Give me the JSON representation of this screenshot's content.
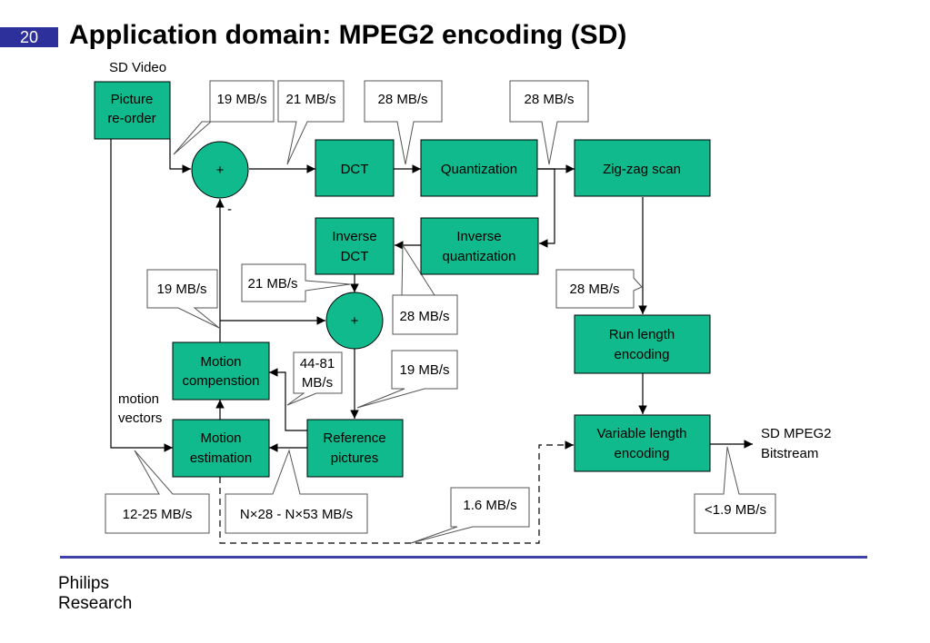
{
  "slide_number": "20",
  "title": "Application domain: MPEG2 encoding (SD)",
  "footer": {
    "line1": "Philips",
    "line2": "Research"
  },
  "blocks": {
    "picture_reorder": [
      "Picture",
      "re-order"
    ],
    "sum1": "+",
    "minus_sign": "-",
    "dct": "DCT",
    "quantization": "Quantization",
    "zigzag": "Zig-zag scan",
    "inverse_dct": [
      "Inverse",
      "DCT"
    ],
    "inverse_quant": [
      "Inverse",
      "quantization"
    ],
    "sum2": "+",
    "motion_comp": [
      "Motion",
      "compenstion"
    ],
    "motion_est": [
      "Motion",
      "estimation"
    ],
    "reference": [
      "Reference",
      "pictures"
    ],
    "run_length": [
      "Run length",
      "encoding"
    ],
    "variable_length": [
      "Variable length",
      "encoding"
    ]
  },
  "labels": {
    "sd_video": "SD Video",
    "motion_vectors": [
      "motion",
      "vectors"
    ],
    "bitstream": [
      "SD MPEG2",
      "Bitstream"
    ]
  },
  "rates": {
    "r_19_top": "19 MB/s",
    "r_21_top": "21 MB/s",
    "r_28_dct": "28 MB/s",
    "r_28_quant": "28 MB/s",
    "r_19_mc": "19 MB/s",
    "r_21_mid": "21 MB/s",
    "r_28_iq": "28 MB/s",
    "r_28_right": "28 MB/s",
    "r_44_81": [
      "44-81",
      "MB/s"
    ],
    "r_19_ref": "19 MB/s",
    "r_12_25": "12-25 MB/s",
    "r_n28": "N×28 - N×53 MB/s",
    "r_1_6": "1.6 MB/s",
    "r_1_9": "<1.9 MB/s"
  }
}
